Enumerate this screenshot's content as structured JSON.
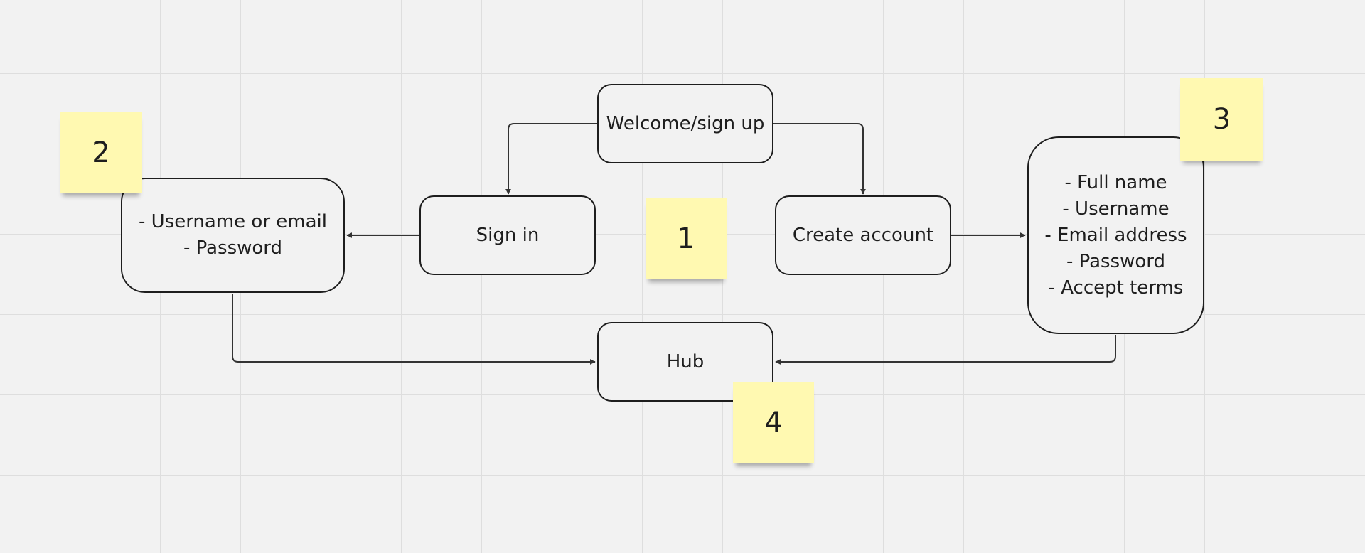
{
  "nodes": {
    "welcome": "Welcome/sign up",
    "sign_in": "Sign in",
    "create_account": "Create account",
    "hub": "Hub",
    "login_fields": "- Username or email\n- Password",
    "signup_fields": "- Full name\n- Username\n- Email address\n- Password\n- Accept terms"
  },
  "stickies": {
    "one": "1",
    "two": "2",
    "three": "3",
    "four": "4"
  },
  "colors": {
    "canvas": "#f2f2f2",
    "grid": "#dedede",
    "stroke": "#1e1e1e",
    "connector": "#333333",
    "sticky": "#fff9b1"
  }
}
